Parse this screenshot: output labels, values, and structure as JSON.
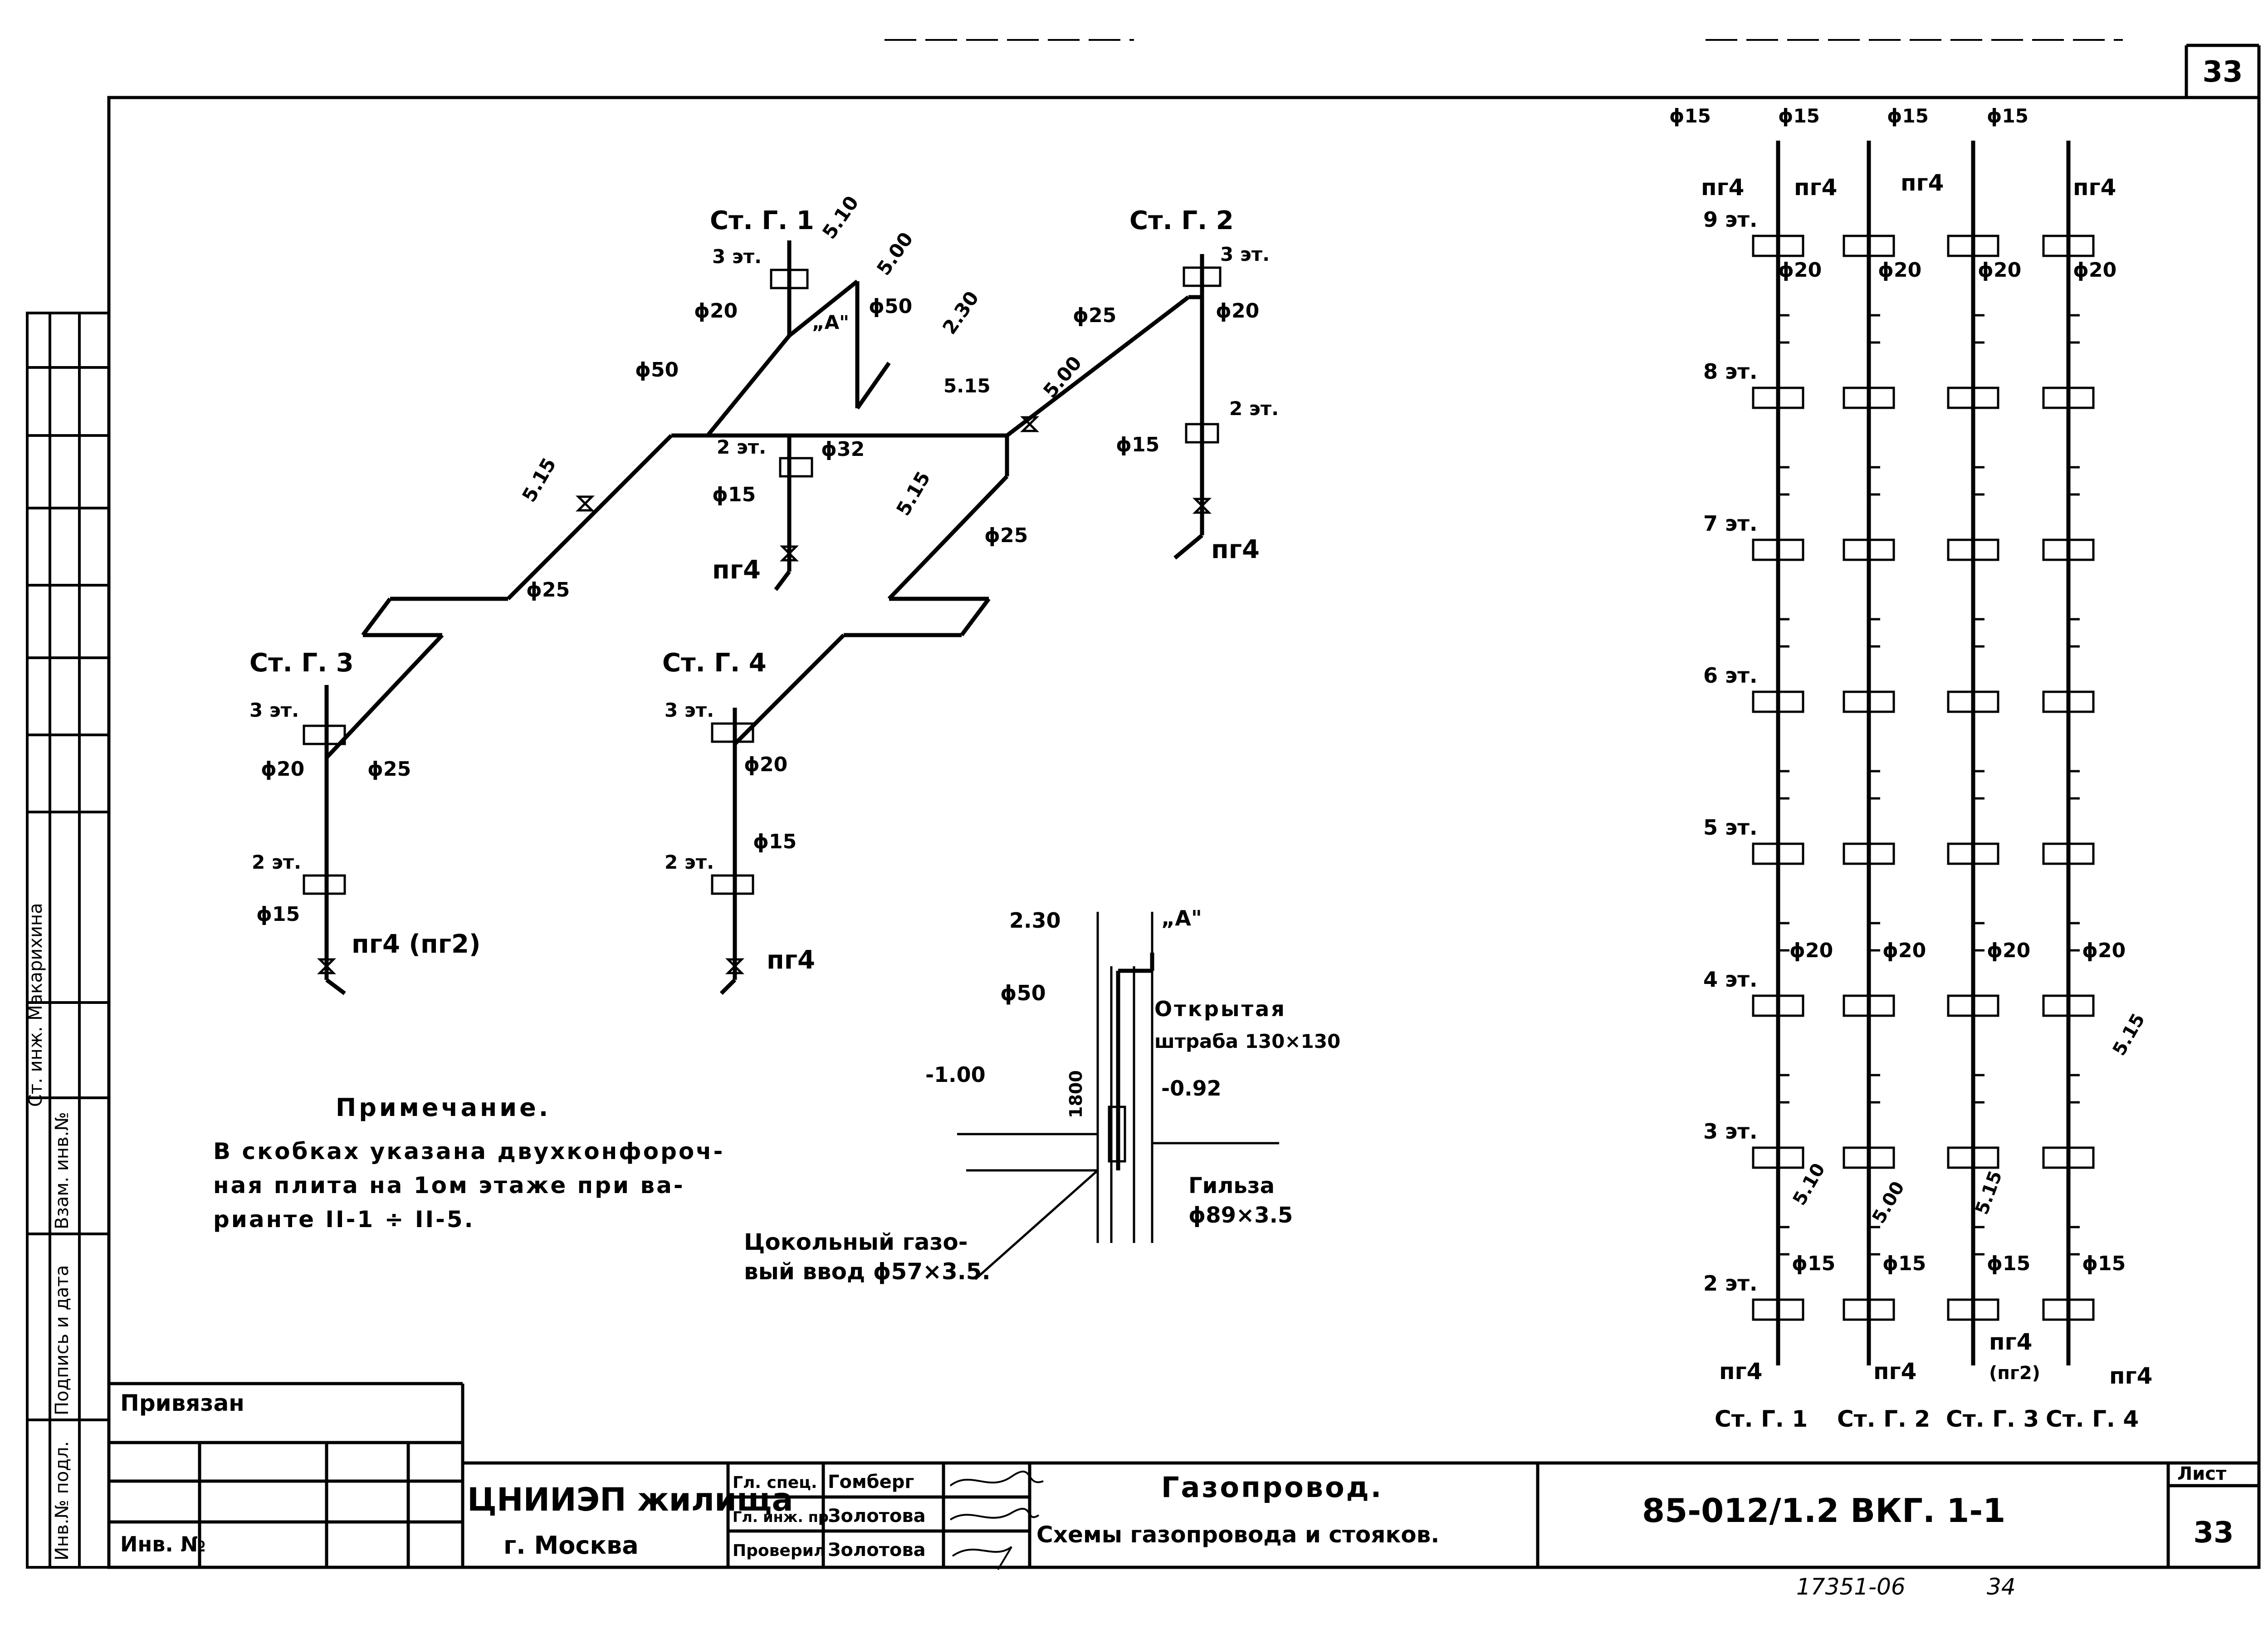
{
  "sheet": {
    "corner_number": "33",
    "handwritten_bottom": "17351-06",
    "handwritten_page": "34"
  },
  "left_strip": {
    "fields": [
      "Инв.№ подл.",
      "Подпись и дата",
      "Взам. инв.№"
    ],
    "rotated_note": "Ст. инж. Макарихина"
  },
  "plan": {
    "risers": [
      {
        "label": "Ст. Г. 1"
      },
      {
        "label": "Ст. Г. 2"
      },
      {
        "label": "Ст. Г. 3"
      },
      {
        "label": "Ст. Г. 4"
      }
    ],
    "floor_labels": {
      "f3": "3 эт.",
      "f2": "2 эт."
    },
    "diameters": [
      "ϕ20",
      "ϕ50",
      "ϕ25",
      "ϕ32",
      "ϕ15"
    ],
    "elevations": [
      "5.10",
      "5.00",
      "2.30",
      "5.15"
    ],
    "callout_a": "„А\"",
    "pr4": "пг4",
    "pr4_pr2": "пг4 (пг2)"
  },
  "detail": {
    "elev_230": "2.30",
    "elev_m100": "-1.00",
    "elev_m092": "-0.92",
    "dia50": "ϕ50",
    "dim_1800": "1800",
    "callout_a": "„А\"",
    "open_chase_1": "Открытая",
    "open_chase_2": "штраба 130×130",
    "sleeve_1": "Гильза",
    "sleeve_2": "ϕ89×3.5",
    "inlet_1": "Цокольный газо-",
    "inlet_2": "вый ввод ϕ57×3.5."
  },
  "note": {
    "title": "Примечание.",
    "line1": "В скобках указана двухконфороч-",
    "line2": "ная плита на 1ом этаже при ва-",
    "line3": "рианте II-1 ÷ II-5."
  },
  "elevation": {
    "floors": [
      "9 эт.",
      "8 эт.",
      "7 эт.",
      "6 эт.",
      "5 эт.",
      "4 эт.",
      "3 эт.",
      "2 эт."
    ],
    "top_diameters": [
      "ϕ15",
      "ϕ15",
      "ϕ15",
      "ϕ15"
    ],
    "top_pr4": [
      "пг4",
      "пг4",
      "пг4",
      "пг4"
    ],
    "dia20": "ϕ20",
    "dia15": "ϕ15",
    "elev_515": "5.15",
    "elev_510": "5.10",
    "elev_500": "5.00",
    "bottom_pr4": [
      "пг4",
      "пг4",
      "пг4",
      "пг4"
    ],
    "pr2": "(пг2)",
    "riser_labels": [
      "Ст. Г. 1",
      "Ст. Г. 2",
      "Ст. Г. 3",
      "Ст. Г. 4"
    ]
  },
  "title_block": {
    "privyazan": "Привязан",
    "inv": "Инв. №",
    "org": "ЦНИИЭП жилища",
    "city": "г. Москва",
    "roles": [
      "Гл. спец.",
      "Гл. инж. пр.",
      "Проверил"
    ],
    "names": [
      "Гомберг",
      "Золотова",
      "Золотова"
    ],
    "title1": "Газопровод.",
    "title2": "Схемы газопровода и стояков.",
    "code": "85-012/1.2 ВКГ. 1-1",
    "sheet_label": "Лист",
    "sheet_no": "33"
  }
}
